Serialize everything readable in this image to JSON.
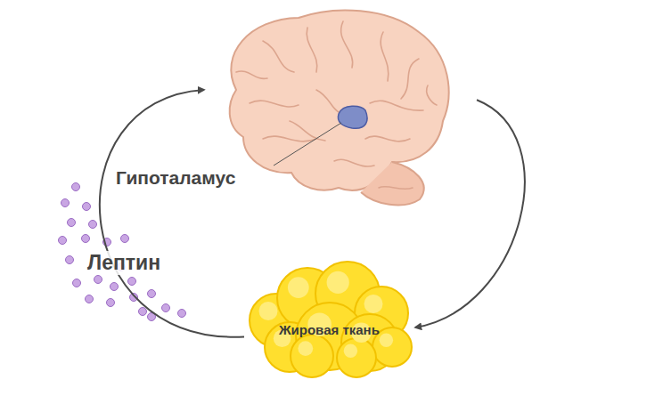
{
  "diagram": {
    "nodes": [
      {
        "text": [
          "Гипоталамус"
        ]
      },
      {
        "text": [
          "Жировая ткань"
        ]
      }
    ],
    "edges": [
      {
        "from": 0,
        "to": 1,
        "arrow": "to"
      },
      {
        "from": 1,
        "to": 0,
        "label": "Лептин",
        "arrow": "to"
      }
    ]
  }
}
